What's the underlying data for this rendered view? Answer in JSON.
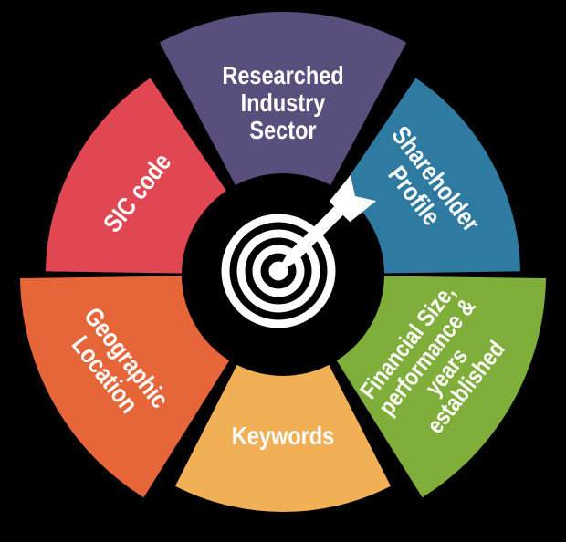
{
  "background_color": "#000000",
  "wheel": {
    "description": "target-wheel-diagram",
    "text_color": "#ffffff",
    "center": {
      "icon": "target-bullseye-dart-icon",
      "circle_color": "#000000",
      "icon_color": "#ffffff"
    },
    "segments": [
      {
        "id": "researched-industry-sector",
        "label": "Researched Industry Sector",
        "lines": [
          "Researched",
          "Industry",
          "Sector"
        ],
        "color": "#5a4e7c"
      },
      {
        "id": "shareholder-profile",
        "label": "Shareholder Profile",
        "lines": [
          "Shareholder",
          "Profile"
        ],
        "color": "#2e7aa1"
      },
      {
        "id": "financial-size-performance-years-established",
        "label": "Financial Size, performance & years established",
        "lines": [
          "Financial Size,",
          "performance &",
          "years",
          "established"
        ],
        "color": "#7fae3b"
      },
      {
        "id": "keywords",
        "label": "Keywords",
        "lines": [
          "Keywords"
        ],
        "color": "#f1b055"
      },
      {
        "id": "geographic-location",
        "label": "Geographic Location",
        "lines": [
          "Geographic",
          "Location"
        ],
        "color": "#e6663a"
      },
      {
        "id": "sic-code",
        "label": "SIC code",
        "lines": [
          "SIC code"
        ],
        "color": "#e14752"
      }
    ]
  }
}
